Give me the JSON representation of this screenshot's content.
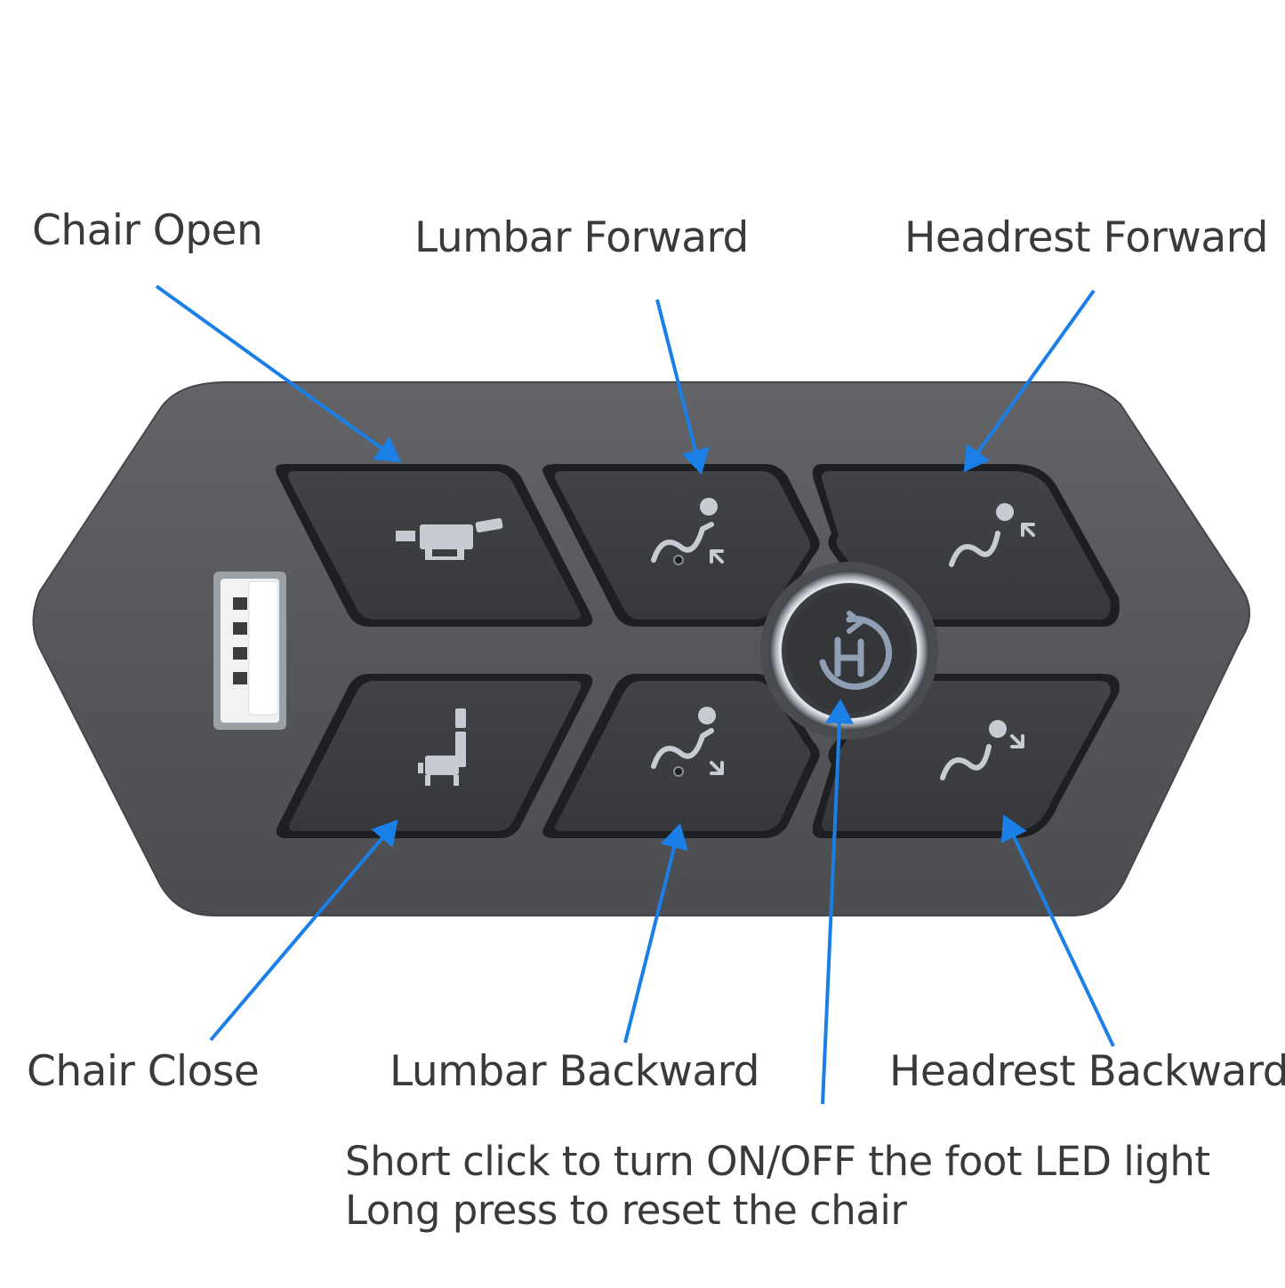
{
  "labels": {
    "chair_open": "Chair Open",
    "lumbar_forward": "Lumbar Forward",
    "headrest_forward": "Headrest Forward",
    "chair_close": "Chair Close",
    "lumbar_backward": "Lumbar Backward",
    "headrest_backward": "Headrest Backward"
  },
  "center_button_note": {
    "line1": "Short click to turn ON/OFF the foot LED light",
    "line2": "Long press to reset the chair"
  },
  "colors": {
    "arrow": "#1a7fe6",
    "remote_body": "#5a5c60",
    "button": "#3b3d41",
    "icon": "#c8ccd2",
    "text": "#3a3a3a"
  },
  "icons": {
    "chair_open": "recliner-open-icon",
    "chair_close": "recliner-close-icon",
    "lumbar_forward": "lumbar-forward-icon",
    "lumbar_backward": "lumbar-backward-icon",
    "headrest_forward": "headrest-forward-icon",
    "headrest_backward": "headrest-backward-icon",
    "center": "reset-home-icon",
    "usb": "usb-port-icon"
  }
}
